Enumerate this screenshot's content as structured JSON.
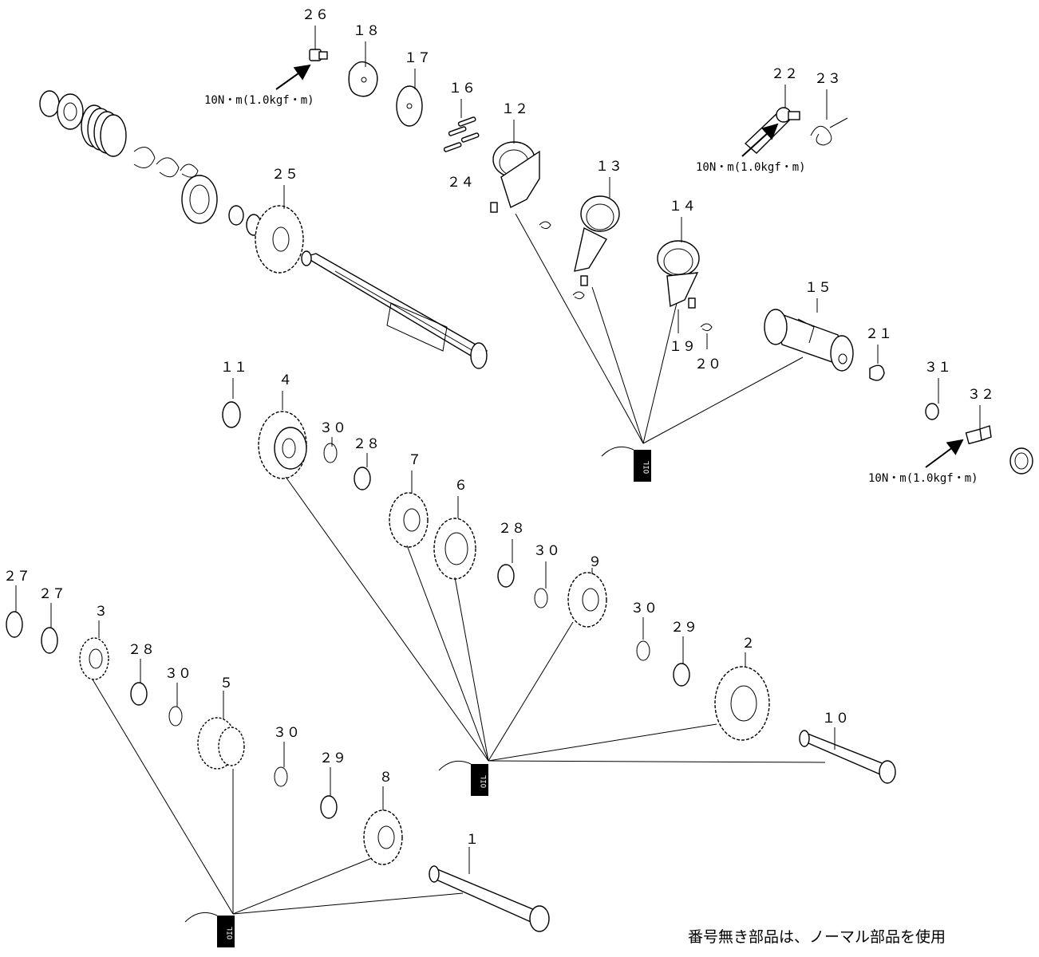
{
  "diagram": {
    "callouts": {
      "c26": "２６",
      "c18": "１８",
      "c17": "１７",
      "c16": "１６",
      "c24": "２４",
      "c12": "１２",
      "c13": "１３",
      "c14": "１４",
      "c15": "１５",
      "c19": "１９",
      "c20": "２０",
      "c21": "２１",
      "c22": "２２",
      "c23": "２３",
      "c25": "２５",
      "c11": "１１",
      "c4": "４",
      "c30a": "３０",
      "c28a": "２８",
      "c7": "７",
      "c6": "６",
      "c28b": "２８",
      "c30b": "３０",
      "c9": "９",
      "c30c": "３０",
      "c29a": "２９",
      "c2": "２",
      "c10": "１０",
      "c31": "３１",
      "c32": "３２",
      "c27a": "２７",
      "c27b": "２７",
      "c3": "３",
      "c28c": "２８",
      "c30d": "３０",
      "c5": "５",
      "c30e": "３０",
      "c29b": "２９",
      "c8": "８",
      "c1": "１"
    },
    "torque_specs": {
      "t1": "10N・m(1.0kgf・m)",
      "t2": "10N・m(1.0kgf・m)",
      "t3": "10N・m(1.0kgf・m)"
    },
    "oil_label": "OIL",
    "footnote": "番号無き部品は、ノーマル部品を使用"
  }
}
